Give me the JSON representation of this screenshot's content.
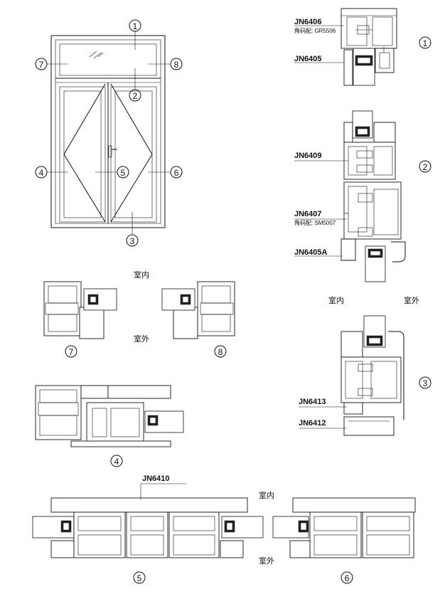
{
  "elevation": {
    "callouts": [
      "1",
      "2",
      "3",
      "4",
      "5",
      "6",
      "7",
      "8"
    ]
  },
  "labels": {
    "jn6406": "JN6406",
    "jn6406_note": "角码配: GR5506",
    "jn6405": "JN6405",
    "jn6409": "JN6409",
    "jn6407": "JN6407",
    "jn6407_note": "角码配: SM5007",
    "jn6405a": "JN6405A",
    "jn6413": "JN6413",
    "jn6412": "JN6412",
    "jn6410": "JN6410"
  },
  "side_text": {
    "indoor": "室内",
    "outdoor": "室外"
  },
  "section_numbers": {
    "s1": "1",
    "s2": "2",
    "s3": "3",
    "s4": "4",
    "s5": "5",
    "s6": "6",
    "s7": "7",
    "s8": "8"
  }
}
